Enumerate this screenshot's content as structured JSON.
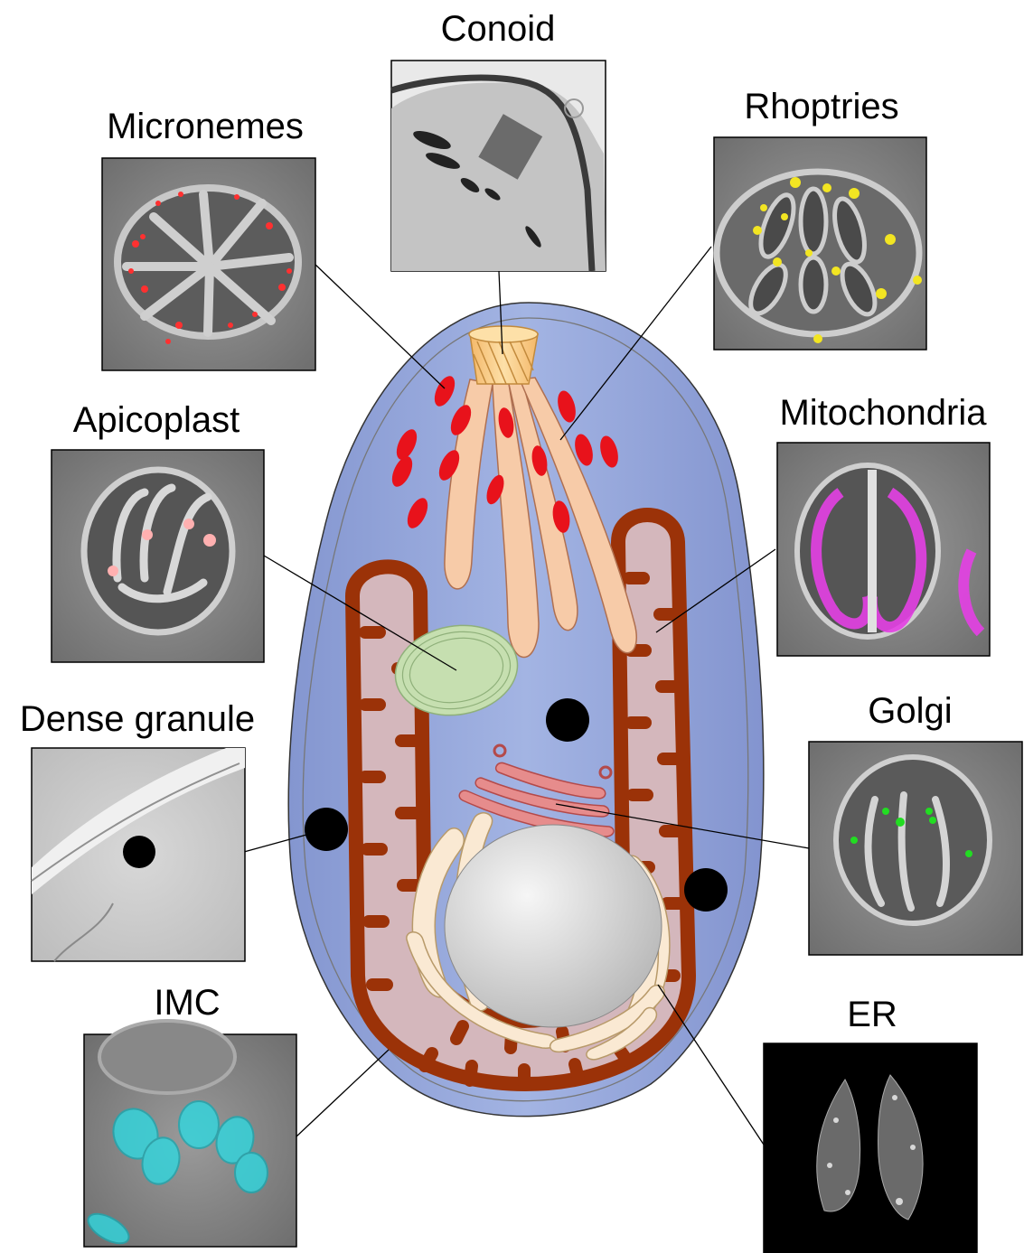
{
  "labels": {
    "conoid": "Conoid",
    "micronemes": "Micronemes",
    "rhoptries": "Rhoptries",
    "apicoplast": "Apicoplast",
    "mitochondria": "Mitochondria",
    "dense_granule": "Dense granule",
    "golgi": "Golgi",
    "imc": "IMC",
    "er": "ER"
  },
  "colors": {
    "cell_body": "#93a6d9",
    "micronemes": "#e8121b",
    "rhoptries": "#f7cba8",
    "conoid": "#fbc982",
    "mitochondrion_outer": "#9b3208",
    "mitochondrion_inner": "#d4b7bc",
    "apicoplast": "#c6dfb0",
    "golgi": "#e68c8c",
    "er": "#fae9d3",
    "dense_granule": "#000000",
    "fluor_micronemes": "#ff3030",
    "fluor_rhoptries": "#f2e522",
    "fluor_apicoplast": "#ffb0b0",
    "fluor_mitochondria": "#e540e5",
    "fluor_golgi": "#22dd22",
    "fluor_imc": "#2fd8e0"
  }
}
